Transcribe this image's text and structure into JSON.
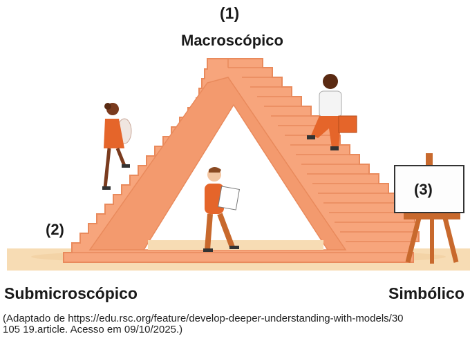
{
  "labels": {
    "top_number": "(1)",
    "top_title": "Macroscópico",
    "left_number": "(2)",
    "left_title": "Submicroscópico",
    "right_number": "(3)",
    "right_title": "Simbólico"
  },
  "caption": {
    "line1": "(Adaptado de https://edu.rsc.org/feature/develop-deeper-understanding-with-models/30",
    "line2": "105 19.article. Acesso em 09/10/2025.)"
  },
  "colors": {
    "stairs": "#f7a57c",
    "stairs_dark": "#e98a5c",
    "ground": "#f7dcb4",
    "easel": "#c8692d",
    "figure_orange": "#e5652a"
  }
}
